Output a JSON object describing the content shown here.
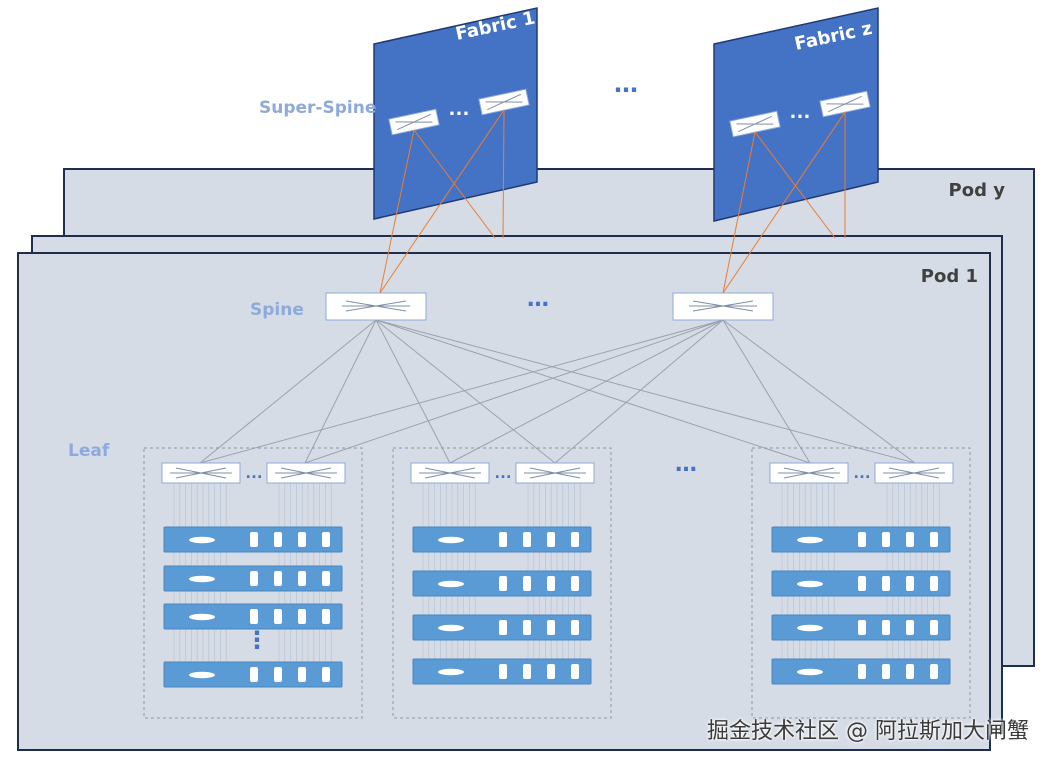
{
  "labels": {
    "fabric_1": "Fabric 1",
    "fabric_z": "Fabric z",
    "super_spine": "Super-Spine",
    "spine": "Spine",
    "leaf": "Leaf",
    "pod_1": "Pod 1",
    "pod_y": "Pod y",
    "ellipsis": "…",
    "ellipsis_vertical": "⋮"
  },
  "watermark": "掘金技术社区 @ 阿拉斯加大闸蟹",
  "colors": {
    "fabric_fill": "#4472c4",
    "pod_fill": "#d6dce5",
    "pod_border": "#1f2d4e",
    "label_blue": "#8eaadb",
    "dot_blue": "#4472c4",
    "uplink_orange": "#ed7d31",
    "link_gray": "#9aa3ad",
    "server_blue": "#5b9bd5"
  },
  "icons": [
    "switch-icon",
    "server-icon"
  ]
}
